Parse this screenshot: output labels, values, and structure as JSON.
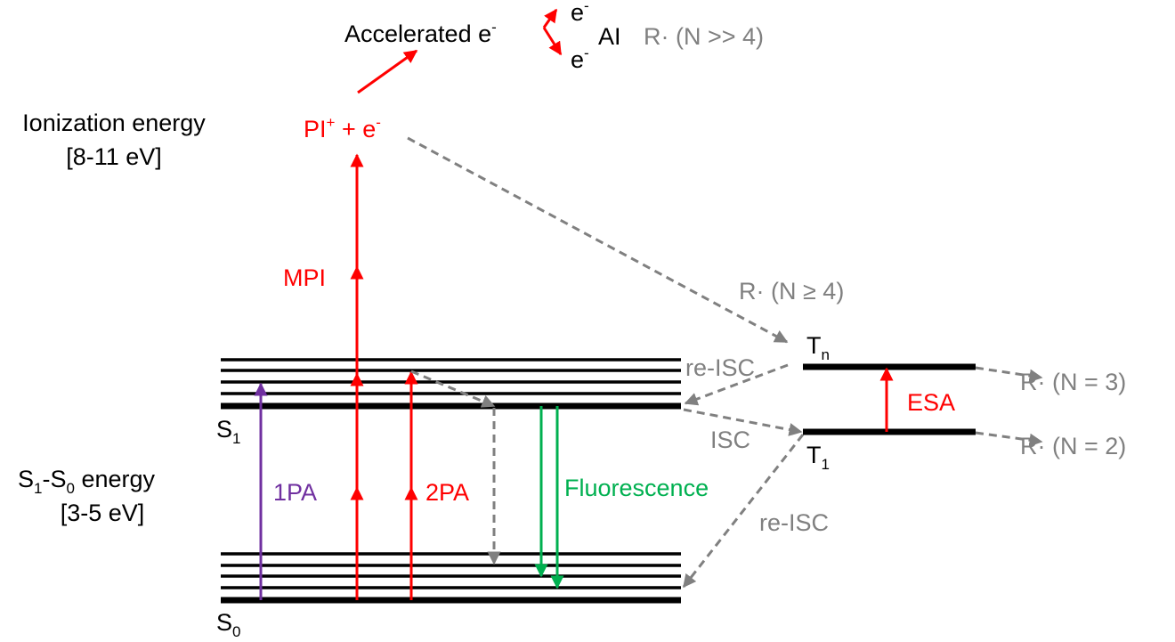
{
  "colors": {
    "black": "#000000",
    "red": "#ff0000",
    "gray": "#808080",
    "green": "#00b050",
    "purple": "#7030a0"
  },
  "labels": {
    "accelerated": "Accelerated e",
    "accelerated_sup": "-",
    "e_top": "e",
    "e_top_sup": "-",
    "e_bottom": "e",
    "e_bottom_sup": "-",
    "ai": "AI",
    "r_ai": "R· (N >> 4)",
    "ionization_line1": "Ionization energy",
    "ionization_line2": "[8-11 eV]",
    "pi_plus": "PI",
    "pi_plus_sup": "+",
    "pi_plus_e": " + e",
    "pi_plus_e_sup": "-",
    "mpi": "MPI",
    "r_n_ge_4": "R· (N ≥ 4)",
    "re_isc_top": "re-ISC",
    "tn": "T",
    "tn_sub": "n",
    "esa": "ESA",
    "r_n_3": "R· (N = 3)",
    "r_n_2": "R· (N = 2)",
    "isc": "ISC",
    "t1": "T",
    "t1_sub": "1",
    "s1": "S",
    "s1_sub": "1",
    "s0": "S",
    "s0_sub": "0",
    "s1s0_energy_a": "S",
    "s1s0_energy_a_sub": "1",
    "s1s0_energy_b": "-S",
    "s1s0_energy_b_sub": "0",
    "s1s0_energy_c": " energy",
    "s1s0_energy_line2": "[3-5 eV]",
    "one_pa": "1PA",
    "two_pa": "2PA",
    "fluorescence": "Fluorescence",
    "re_isc_bottom": "re-ISC"
  }
}
